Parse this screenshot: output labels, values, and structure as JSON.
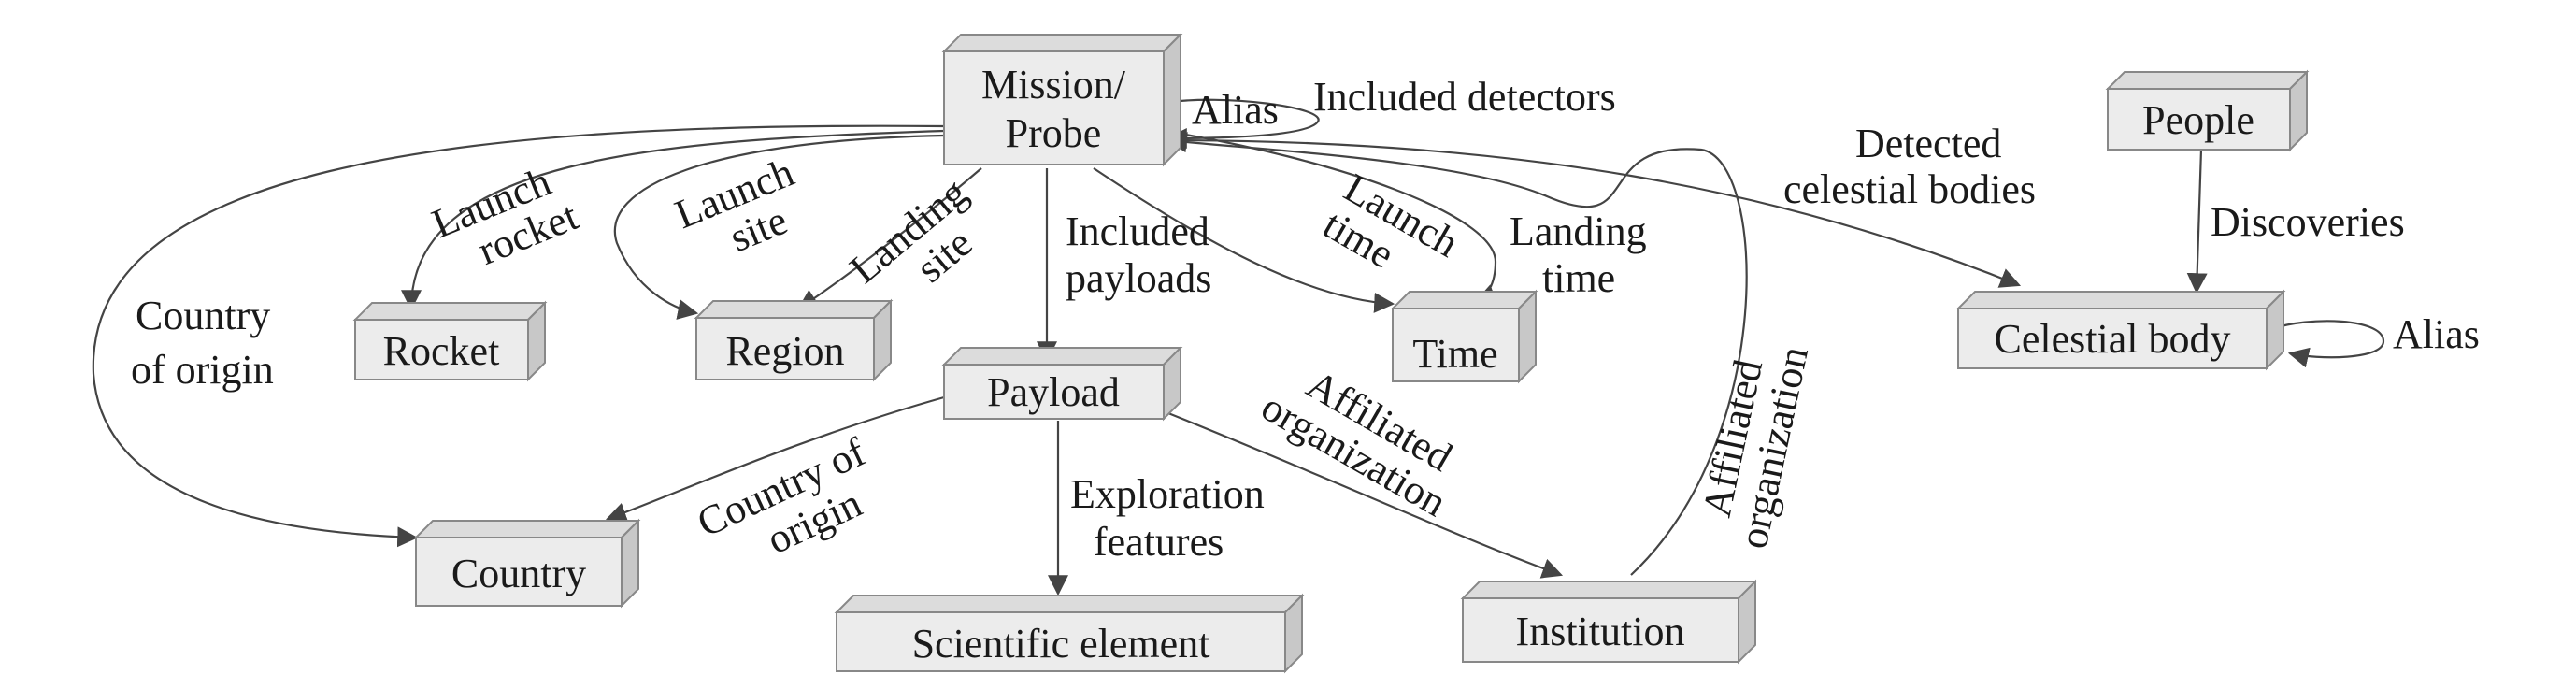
{
  "nodes": {
    "mission_probe": [
      "Mission/",
      "Probe"
    ],
    "rocket": "Rocket",
    "region": "Region",
    "payload": "Payload",
    "time": "Time",
    "celestial_body": "Celestial body",
    "people": "People",
    "country": "Country",
    "scientific_element": "Scientific element",
    "institution": "Institution"
  },
  "edges": {
    "alias_mission": "Alias",
    "included_detectors": "Included detectors",
    "launch_rocket": [
      "Launch",
      "rocket"
    ],
    "launch_site": [
      "Launch",
      "site"
    ],
    "landing_site": [
      "Landing",
      "site"
    ],
    "included_payloads": [
      "Included",
      "payloads"
    ],
    "launch_time": [
      "Launch",
      "time"
    ],
    "landing_time": [
      "Landing",
      "time"
    ],
    "detected_celestial_bodies": [
      "Detected",
      "celestial bodies"
    ],
    "country_of_origin_mission": [
      "Country",
      "of origin"
    ],
    "discoveries": "Discoveries",
    "alias_celestial": "Alias",
    "affiliated_org_payload": [
      "Affiliated",
      "organization"
    ],
    "affiliated_org_mission": [
      "Affiliated",
      "organization"
    ],
    "country_of_origin_payload": [
      "Country of",
      "origin"
    ],
    "exploration_features": [
      "Exploration",
      "features"
    ]
  }
}
